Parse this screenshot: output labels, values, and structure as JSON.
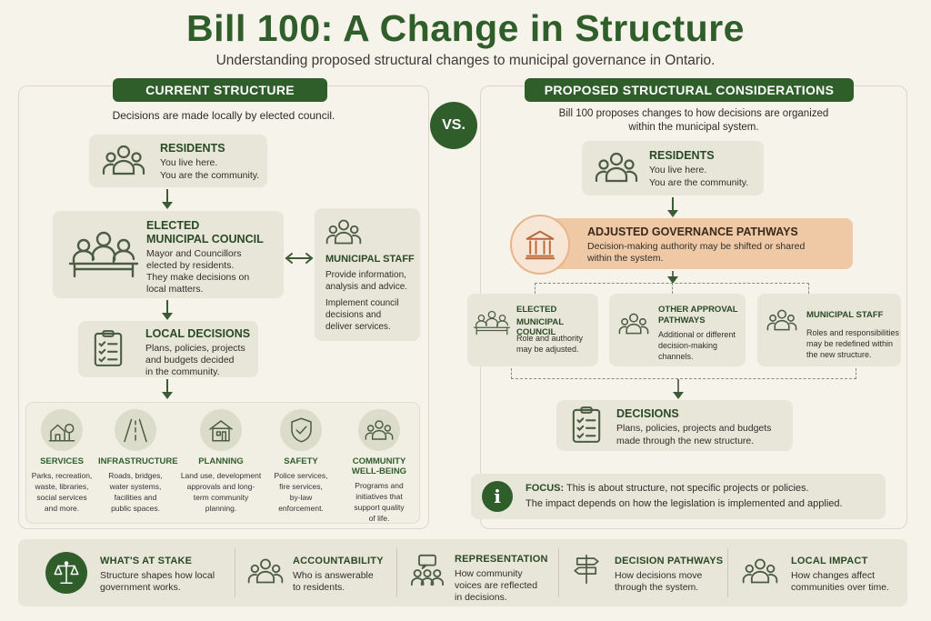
{
  "title": "Bill 100: A Change in Structure",
  "subtitle": "Understanding proposed structural changes to municipal governance in Ontario.",
  "vs_label": "VS.",
  "current": {
    "header": "CURRENT STRUCTURE",
    "intro": "Decisions are made locally by elected council.",
    "residents": {
      "title": "RESIDENTS",
      "line1": "You live here.",
      "line2": "You are the community."
    },
    "council": {
      "title1": "ELECTED",
      "title2": "MUNICIPAL COUNCIL",
      "text": [
        "Mayor and Councillors",
        "elected by residents.",
        "They make decisions on",
        "local matters."
      ]
    },
    "staff": {
      "title": "MUNICIPAL STAFF",
      "text1": [
        "Provide information,",
        "analysis and advice."
      ],
      "text2": [
        "Implement council",
        "decisions and",
        "deliver services."
      ]
    },
    "local_decisions": {
      "title": "LOCAL DECISIONS",
      "text": [
        "Plans, policies, projects",
        "and budgets decided",
        "in the community."
      ]
    },
    "services": [
      {
        "icon": "house-tree-icon",
        "title": [
          "SERVICES"
        ],
        "text": [
          "Parks, recreation,",
          "waste, libraries,",
          "social services",
          "and more."
        ]
      },
      {
        "icon": "road-icon",
        "title": [
          "INFRASTRUCTURE"
        ],
        "text": [
          "Roads, bridges,",
          "water systems,",
          "facilities and",
          "public spaces."
        ]
      },
      {
        "icon": "planning-house-icon",
        "title": [
          "PLANNING"
        ],
        "text": [
          "Land use, development",
          "approvals and long-",
          "term community",
          "planning."
        ]
      },
      {
        "icon": "shield-icon",
        "title": [
          "SAFETY"
        ],
        "text": [
          "Police services,",
          "fire services,",
          "by-law",
          "enforcement."
        ]
      },
      {
        "icon": "community-icon",
        "title": [
          "COMMUNITY",
          "WELL-BEING"
        ],
        "text": [
          "Programs and",
          "initiatives that",
          "support quality",
          "of life."
        ]
      }
    ]
  },
  "proposed": {
    "header": "PROPOSED STRUCTURAL CONSIDERATIONS",
    "intro1": "Bill 100 proposes changes to how decisions are organized",
    "intro2": "within the municipal system.",
    "residents": {
      "title": "RESIDENTS",
      "line1": "You live here.",
      "line2": "You are the community."
    },
    "pathways": {
      "title": "ADJUSTED GOVERNANCE PATHWAYS",
      "line1": "Decision-making authority may be shifted or shared",
      "line2": "within the system."
    },
    "council": {
      "title1": "ELECTED",
      "title2": "MUNICIPAL COUNCIL",
      "text": [
        "Role and authority",
        "may be adjusted."
      ]
    },
    "other": {
      "title1": "OTHER APPROVAL",
      "title2": "PATHWAYS",
      "text": [
        "Additional or different",
        "decision-making",
        "channels."
      ]
    },
    "staff": {
      "title": "MUNICIPAL STAFF",
      "text": [
        "Roles and responsibilities",
        "may be redefined within",
        "the new structure."
      ]
    },
    "decisions": {
      "title": "DECISIONS",
      "line1": "Plans, policies, projects and budgets",
      "line2": "made through the new structure."
    },
    "focus": {
      "label": "FOCUS:",
      "line1": "This is about structure, not specific projects or policies.",
      "line2": "The impact depends on how the legislation is implemented and applied."
    }
  },
  "bottom": [
    {
      "icon": "scales-icon",
      "title": "WHAT'S AT STAKE",
      "text": [
        "Structure shapes how local",
        "government works."
      ]
    },
    {
      "icon": "people-icon",
      "title": "ACCOUNTABILITY",
      "text": [
        "Who is answerable",
        "to residents."
      ]
    },
    {
      "icon": "speech-people-icon",
      "title": "REPRESENTATION",
      "text": [
        "How community",
        "voices are reflected",
        "in decisions."
      ]
    },
    {
      "icon": "signpost-icon",
      "title": "DECISION PATHWAYS",
      "text": [
        "How decisions move",
        "through the system."
      ]
    },
    {
      "icon": "community-icon",
      "title": "LOCAL IMPACT",
      "text": [
        "How changes affect",
        "communities over time."
      ]
    }
  ]
}
